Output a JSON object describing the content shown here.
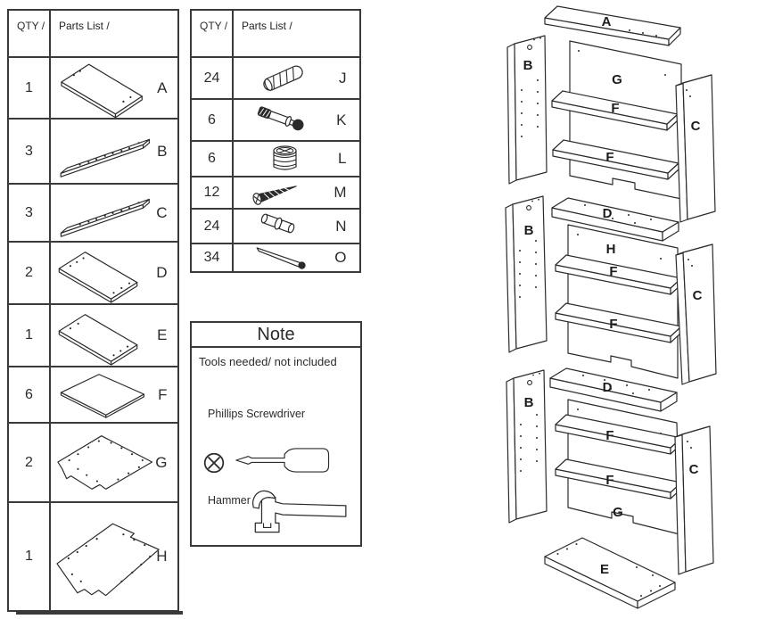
{
  "page": {
    "background": "#ffffff",
    "ink_color": "#2b2b2b"
  },
  "panels_table": {
    "header": {
      "qty_label": "QTY /",
      "parts_label": "Parts List /"
    },
    "rows": [
      {
        "qty": "1",
        "part": "A",
        "icon": "top-panel-icon"
      },
      {
        "qty": "3",
        "part": "B",
        "icon": "side-panel-icon"
      },
      {
        "qty": "3",
        "part": "C",
        "icon": "side-panel-icon"
      },
      {
        "qty": "2",
        "part": "D",
        "icon": "fixed-shelf-icon"
      },
      {
        "qty": "1",
        "part": "E",
        "icon": "bottom-panel-icon"
      },
      {
        "qty": "6",
        "part": "F",
        "icon": "shelf-board-icon"
      },
      {
        "qty": "2",
        "part": "G",
        "icon": "back-panel-icon"
      },
      {
        "qty": "1",
        "part": "H",
        "icon": "back-panel-icon"
      }
    ]
  },
  "hardware_table": {
    "header": {
      "qty_label": "QTY /",
      "parts_label": "Parts List /"
    },
    "rows": [
      {
        "qty": "24",
        "part": "J",
        "icon": "wood-dowel-icon"
      },
      {
        "qty": "6",
        "part": "K",
        "icon": "cam-bolt-icon"
      },
      {
        "qty": "6",
        "part": "L",
        "icon": "cam-lock-icon"
      },
      {
        "qty": "12",
        "part": "M",
        "icon": "screw-icon"
      },
      {
        "qty": "24",
        "part": "N",
        "icon": "shelf-pin-icon"
      },
      {
        "qty": "34",
        "part": "O",
        "icon": "nail-icon"
      }
    ]
  },
  "note_box": {
    "title": "Note",
    "subtitle": "Tools needed/ not included",
    "tools": [
      {
        "name": "Phillips Screwdriver",
        "icon": "phillips-screwdriver-icon"
      },
      {
        "name": "Hammer",
        "icon": "hammer-icon"
      }
    ]
  },
  "diagram": {
    "labels": {
      "a": "A",
      "b1": "B",
      "g1": "G",
      "f1": "F",
      "c1": "C",
      "f2": "F",
      "d1": "D",
      "b2": "B",
      "h1": "H",
      "f3": "F",
      "c2": "C",
      "f4": "F",
      "d2": "D",
      "b3": "B",
      "f5": "F",
      "c3": "C",
      "f6": "F",
      "g2": "G",
      "e1": "E"
    }
  }
}
